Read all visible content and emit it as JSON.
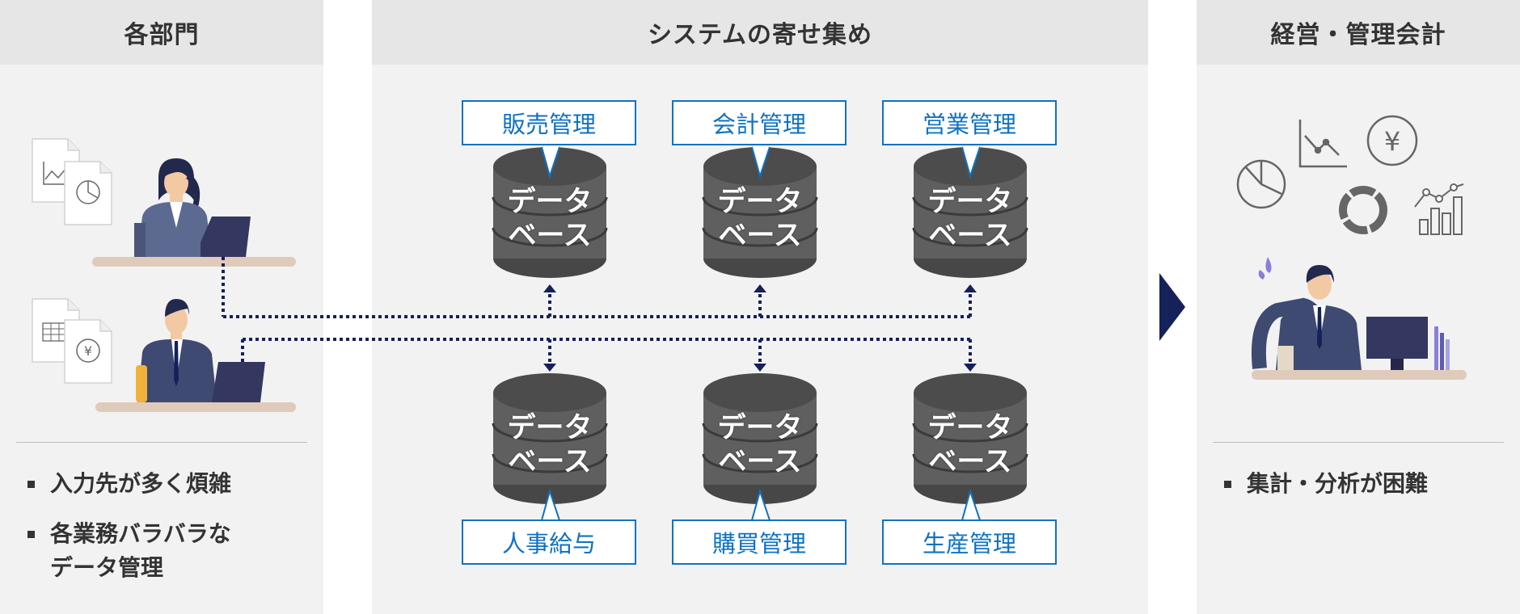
{
  "left": {
    "title": "各部門",
    "bullets": [
      "入力先が多く煩雑",
      "各業務バラバラな\nデータ管理"
    ]
  },
  "middle": {
    "title": "システムの寄せ集め",
    "top_labels": [
      "販売管理",
      "会計管理",
      "営業管理"
    ],
    "bottom_labels": [
      "人事給与",
      "購買管理",
      "生産管理"
    ],
    "database_text": "データ\nベース"
  },
  "right": {
    "title": "経営・管理会計",
    "bullets": [
      "集計・分析が困難"
    ],
    "yen_symbol": "¥"
  },
  "colors": {
    "panel_bg": "#f2f2f2",
    "header_bg": "#e6e6e6",
    "label_blue": "#0e72c4",
    "db_gray": "#5f5f5f",
    "connector_navy": "#14215a",
    "arrow_navy": "#14215a"
  }
}
